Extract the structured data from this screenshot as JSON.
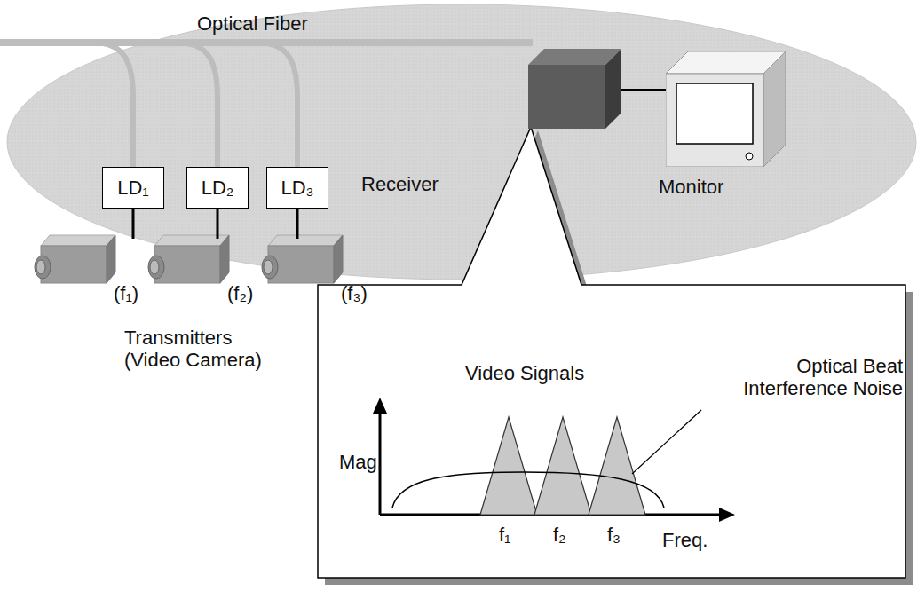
{
  "diagram": {
    "nodes": [
      {
        "text": [
          "LD₁"
        ]
      },
      {
        "text": [
          "LD₂"
        ]
      },
      {
        "text": [
          "LD₃"
        ]
      },
      {
        "text": [
          "Receiver"
        ]
      },
      {
        "text": [
          "Monitor"
        ]
      }
    ],
    "edges": [
      {
        "from": 3,
        "to": 4,
        "arrow": "none"
      }
    ],
    "labels": [
      "Optical Fiber",
      "(f₁)",
      "(f₂)",
      "(f₃)",
      "Transmitters (Video Camera)",
      "Video Signals",
      "Optical Beat Interference Noise",
      "Mag.",
      "f₁",
      "f₂",
      "f₃",
      "Freq."
    ]
  }
}
